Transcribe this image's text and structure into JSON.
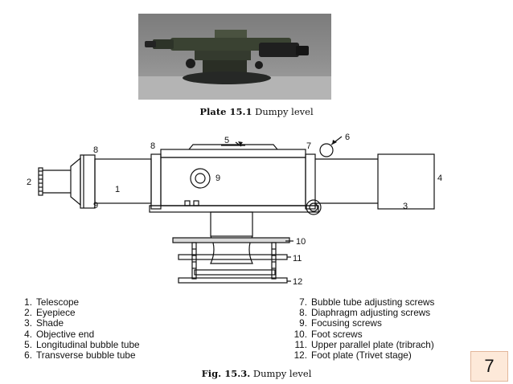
{
  "plate_caption": {
    "label": "Plate 15.1",
    "text": "Dumpy level"
  },
  "figure_caption": {
    "label": "Fig. 15.3.",
    "text": "Dumpy level"
  },
  "diagram_callouts": {
    "c1": "1",
    "c2": "2",
    "c3": "3",
    "c4": "4",
    "c5": "5",
    "c6": "6",
    "c7": "7",
    "c8_left": "8",
    "c8_mid": "8",
    "c9_left": "9",
    "c9_center": "9",
    "c10": "10",
    "c11": "11",
    "c12": "12"
  },
  "legend_left": [
    {
      "num": "1.",
      "label": "Telescope"
    },
    {
      "num": "2.",
      "label": "Eyepiece"
    },
    {
      "num": "3.",
      "label": "Shade"
    },
    {
      "num": "4.",
      "label": "Objective end"
    },
    {
      "num": "5.",
      "label": "Longitudinal bubble tube"
    },
    {
      "num": "6.",
      "label": "Transverse bubble tube"
    }
  ],
  "legend_right": [
    {
      "num": "7.",
      "label": "Bubble tube adjusting screws"
    },
    {
      "num": "8.",
      "label": "Diaphragm adjusting screws"
    },
    {
      "num": "9.",
      "label": "Focusing screws"
    },
    {
      "num": "10.",
      "label": "Foot screws"
    },
    {
      "num": "11.",
      "label": "Upper parallel plate (tribrach)"
    },
    {
      "num": "12.",
      "label": "Foot plate (Trivet stage)"
    }
  ],
  "page_number": "7"
}
